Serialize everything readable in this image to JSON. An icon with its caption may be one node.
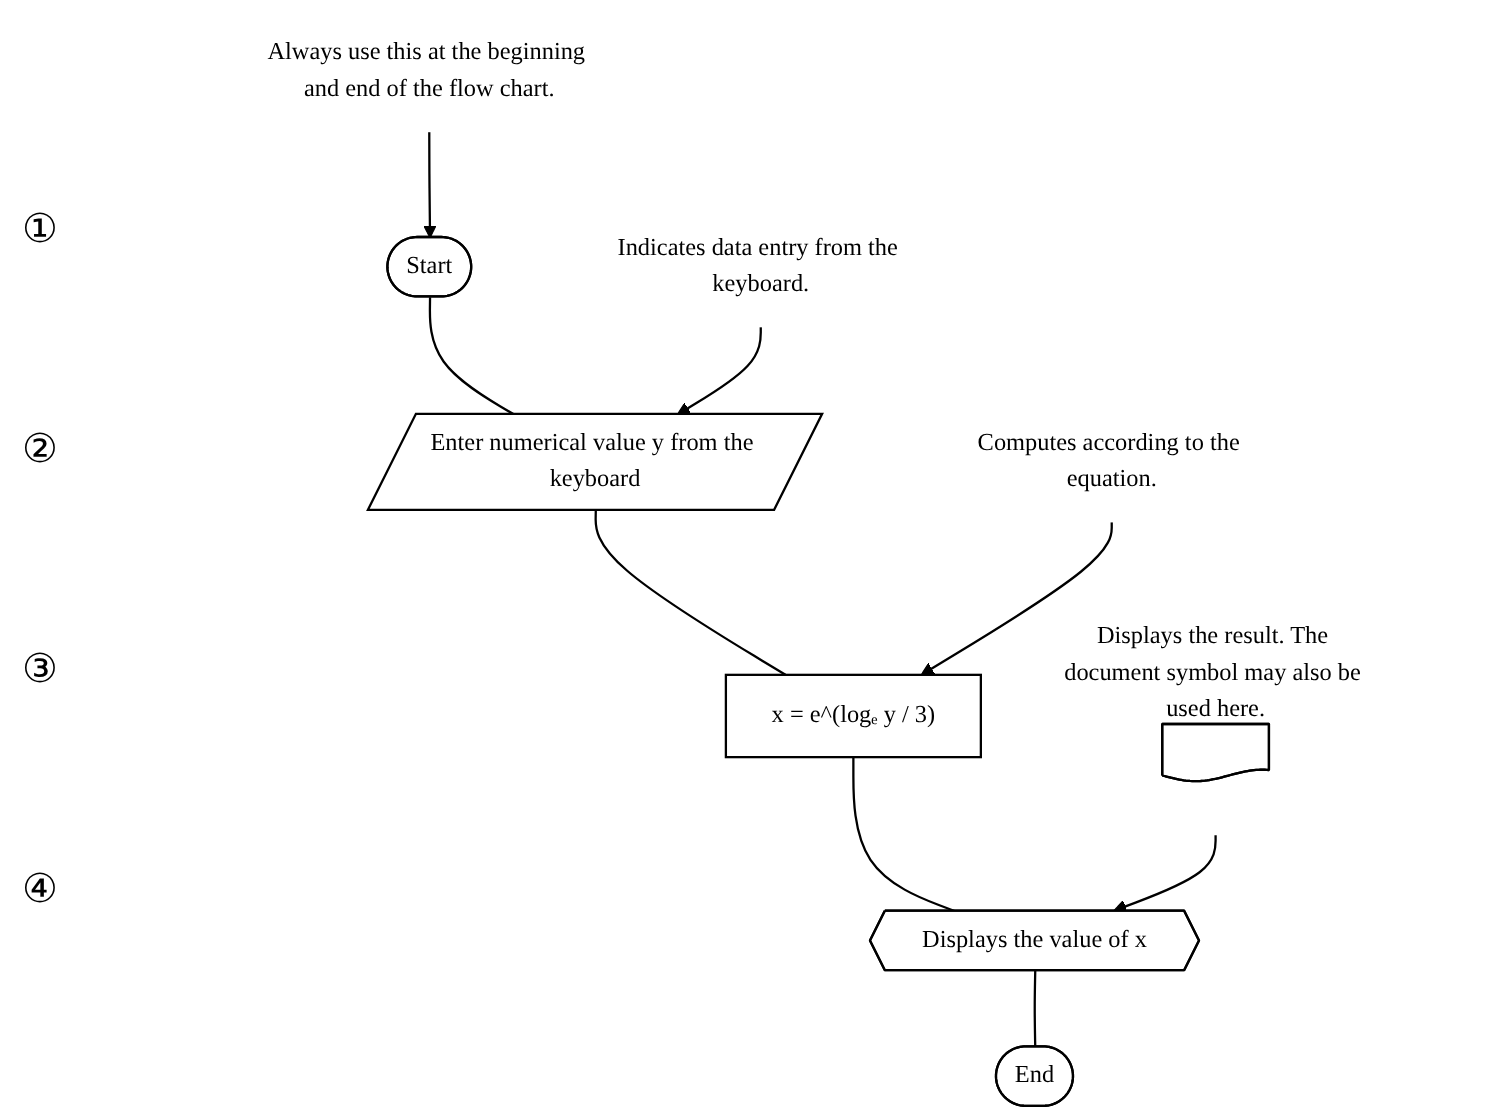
{
  "diagram": {
    "nodes": [
      {
        "text": [
          "Start"
        ]
      },
      {
        "text": [
          "Enter numerical value y from the keyboard"
        ]
      },
      {
        "text": [
          "x = e^(logₑ y / 3)"
        ]
      },
      {
        "text": [
          "Displays the value of x"
        ]
      },
      {
        "text": [
          "End"
        ]
      },
      {
        "text": [
          "Always use this at the beginning and end of the flow chart."
        ]
      },
      {
        "text": [
          "Indicates data entry from the keyboard."
        ]
      },
      {
        "text": [
          "Computes according to the equation."
        ]
      },
      {
        "text": [
          "Displays the result. The document symbol may also be used here."
        ]
      },
      {
        "text": [],
        "shape": "document",
        "in": 8
      }
    ],
    "edges": [
      {
        "from": 0,
        "to": 1,
        "arrow": "none"
      },
      {
        "from": 1,
        "to": 2,
        "arrow": "none"
      },
      {
        "from": 2,
        "to": 3,
        "arrow": "none"
      },
      {
        "from": 3,
        "to": 4,
        "arrow": "none"
      },
      {
        "from": 5,
        "to": 0,
        "arrow": "to"
      },
      {
        "from": 6,
        "to": 1,
        "arrow": "to"
      },
      {
        "from": 7,
        "to": 2,
        "arrow": "to"
      },
      {
        "from": 8,
        "to": 3,
        "arrow": "to"
      }
    ],
    "labels": [
      "①",
      "②",
      "③",
      "④"
    ]
  }
}
